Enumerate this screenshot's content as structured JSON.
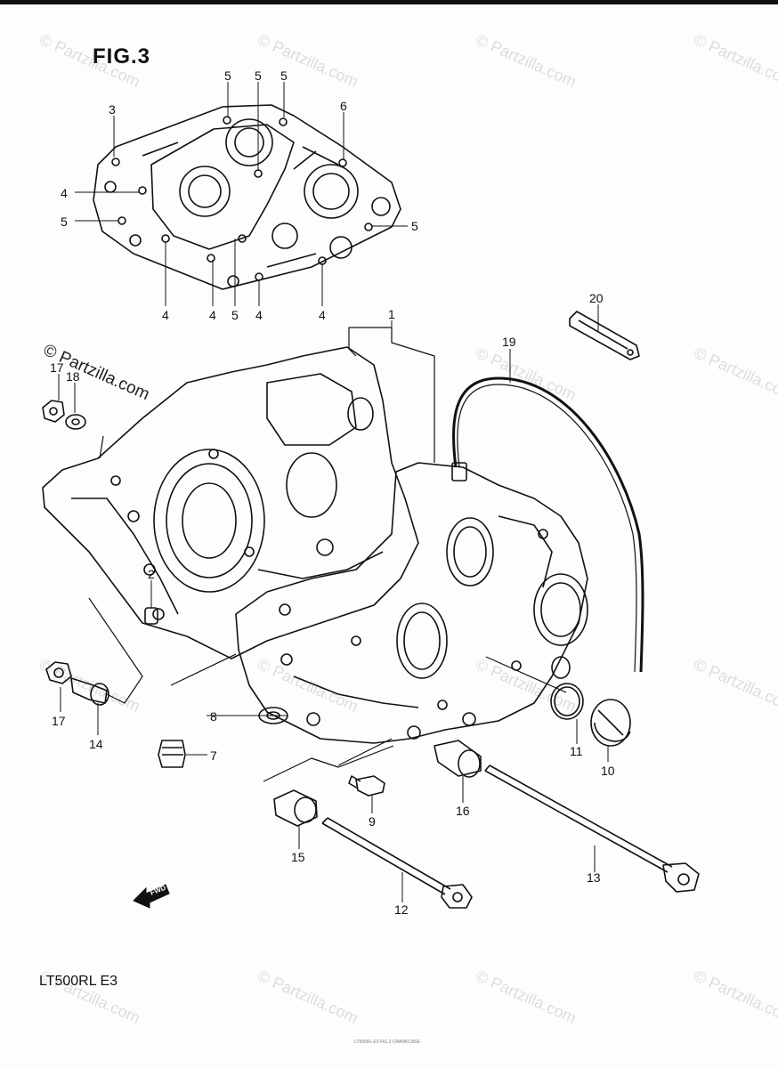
{
  "figure": {
    "title": "FIG.3",
    "model": "LT500RL  E3",
    "footer_small": "LT500RL E3 FIG.3 CRANKCASE"
  },
  "watermark": {
    "text": "© Partzilla.com"
  },
  "front_label": "FWD",
  "callouts": [
    {
      "id": "c-3",
      "text": "3"
    },
    {
      "id": "c-5a",
      "text": "5"
    },
    {
      "id": "c-5b",
      "text": "5"
    },
    {
      "id": "c-5c",
      "text": "5"
    },
    {
      "id": "c-6",
      "text": "6"
    },
    {
      "id": "c-4a",
      "text": "4"
    },
    {
      "id": "c-5d",
      "text": "5"
    },
    {
      "id": "c-5e",
      "text": "5"
    },
    {
      "id": "c-4b",
      "text": "4"
    },
    {
      "id": "c-4c",
      "text": "4"
    },
    {
      "id": "c-5f",
      "text": "5"
    },
    {
      "id": "c-4d",
      "text": "4"
    },
    {
      "id": "c-4e",
      "text": "4"
    },
    {
      "id": "c-1",
      "text": "1"
    },
    {
      "id": "c-20",
      "text": "20"
    },
    {
      "id": "c-19",
      "text": "19"
    },
    {
      "id": "c-17a",
      "text": "17"
    },
    {
      "id": "c-18",
      "text": "18"
    },
    {
      "id": "c-2",
      "text": "2"
    },
    {
      "id": "c-17b",
      "text": "17"
    },
    {
      "id": "c-14",
      "text": "14"
    },
    {
      "id": "c-8",
      "text": "8"
    },
    {
      "id": "c-7",
      "text": "7"
    },
    {
      "id": "c-11",
      "text": "11"
    },
    {
      "id": "c-10",
      "text": "10"
    },
    {
      "id": "c-9",
      "text": "9"
    },
    {
      "id": "c-16",
      "text": "16"
    },
    {
      "id": "c-15",
      "text": "15"
    },
    {
      "id": "c-13",
      "text": "13"
    },
    {
      "id": "c-12",
      "text": "12"
    }
  ]
}
